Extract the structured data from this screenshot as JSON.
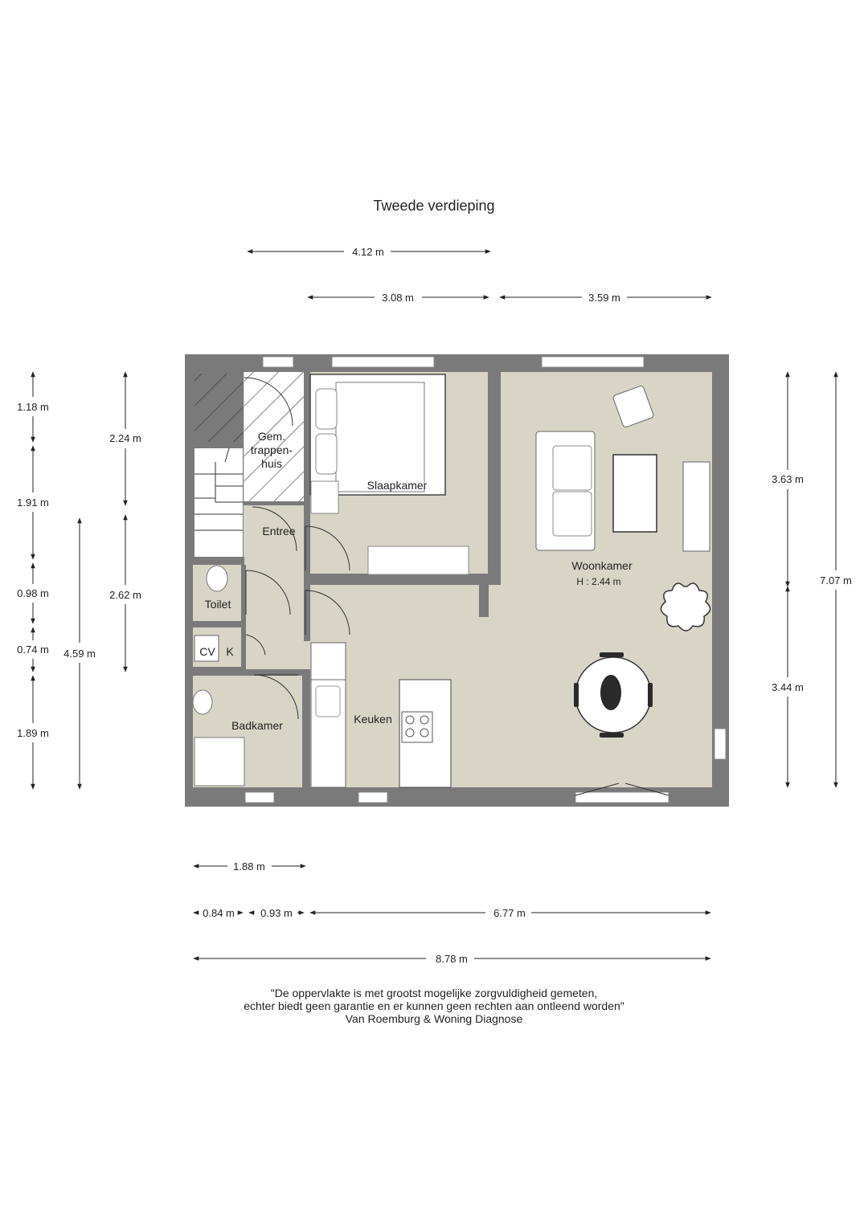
{
  "title": "Tweede verdieping",
  "rooms": {
    "stair": [
      "Gem.",
      "trappen-",
      "huis"
    ],
    "slaapkamer": "Slaapkamer",
    "entree": "Entree",
    "toilet": "Toilet",
    "cv": "CV",
    "k": "K",
    "badkamer": "Badkamer",
    "keuken": "Keuken",
    "woonkamer": "Woonkamer",
    "woonkamer_height": "H : 2.44 m"
  },
  "dimensions": {
    "top_4_12": "4.12 m",
    "top_3_08": "3.08 m",
    "top_3_59": "3.59 m",
    "left_1_18": "1.18 m",
    "left_1_91": "1.91 m",
    "left_0_98": "0.98 m",
    "left_0_74": "0.74 m",
    "left_1_89": "1.89 m",
    "left_4_59": "4.59 m",
    "left_2_24": "2.24 m",
    "left_2_62": "2.62 m",
    "right_3_63": "3.63 m",
    "right_3_44": "3.44 m",
    "right_7_07": "7.07 m",
    "bottom_1_88": "1.88 m",
    "bottom_0_84": "0.84 m",
    "bottom_0_93": "0.93 m",
    "bottom_6_77": "6.77 m",
    "bottom_8_78": "8.78 m"
  },
  "disclaimer": [
    "\"De oppervlakte is met grootst mogelijke zorgvuldigheid gemeten,",
    "echter biedt geen garantie en er kunnen geen rechten aan ontleend worden\"",
    "Van Roemburg & Woning Diagnose"
  ],
  "colors": {
    "wall": "#7a7a7a",
    "floor": "#d8d4c6",
    "stair_floor": "#ffffff",
    "furniture": "#ffffff",
    "dim_line": "#222222"
  }
}
